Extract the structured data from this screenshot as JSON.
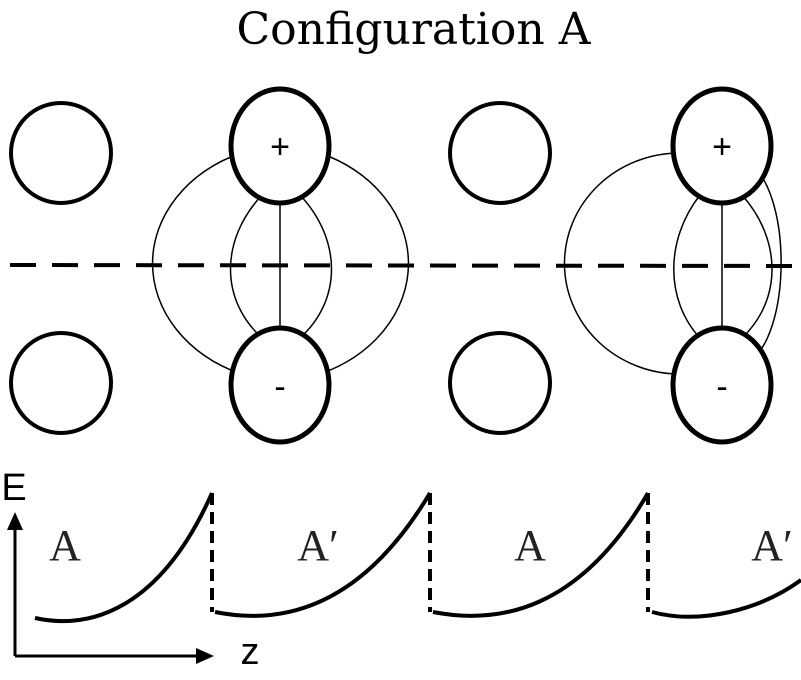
{
  "title": "Configuration A",
  "cells": [
    {
      "positive_sign": "+",
      "negative_sign": "-"
    },
    {
      "positive_sign": "+",
      "negative_sign": "-"
    }
  ],
  "regions": [
    {
      "label": "A"
    },
    {
      "label": "A′"
    },
    {
      "label": "A"
    },
    {
      "label": "A′"
    }
  ],
  "axes": {
    "y_label": "E",
    "x_label": "z"
  },
  "colors": {
    "line": "#000000",
    "background": "#ffffff"
  }
}
